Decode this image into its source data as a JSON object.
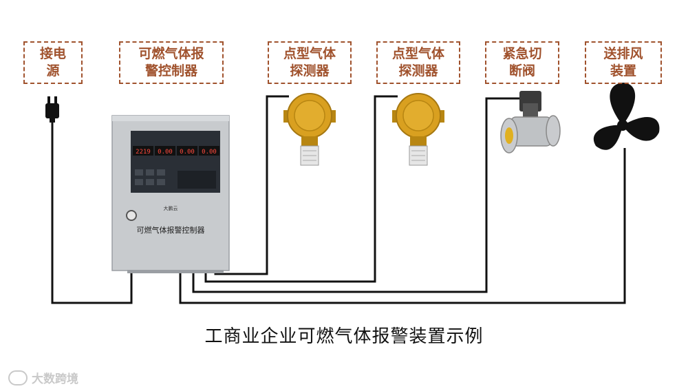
{
  "labels": {
    "power": "接电\n源",
    "controller": "可燃气体报\n警控制器",
    "detector1": "点型气体\n探测器",
    "detector2": "点型气体\n探测器",
    "valve": "紧急切\n断阀",
    "fan": "送排风\n装置"
  },
  "controller_panel": {
    "brand": "大鹏云",
    "title": "可燃气体报警控制器",
    "readout_1": "2219",
    "readout_2": "0.00",
    "readout_3": "0.00",
    "readout_4": "0.00"
  },
  "caption": "工商业企业可燃气体报警装置示例",
  "watermark": "大数跨境",
  "colors": {
    "label_border": "#a0522d",
    "label_text": "#a0522d",
    "wire": "#111111",
    "detector_body": "#d9a020",
    "controller_body": "#c8cbce",
    "controller_panel": "#2a2f36"
  }
}
